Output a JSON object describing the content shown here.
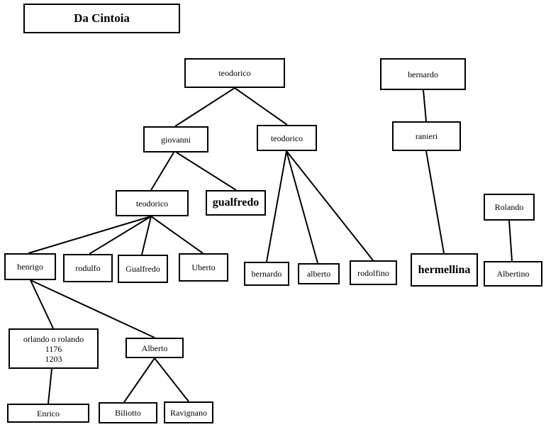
{
  "title": "Da Cintoia",
  "nodes": {
    "teodorico_root": "teodorico",
    "giovanni": "giovanni",
    "teodorico_2": "teodorico",
    "teodorico_3": "teodorico",
    "gualfredo_bold": "gualfredo",
    "henrigo": "henrigo",
    "rodulfo": "rodulfo",
    "gualfredo": "Gualfredo",
    "uberto": "Uberto",
    "bernardo_child": "bernardo",
    "alberto_child": "alberto",
    "rodolfino": "rodolfino",
    "bernardo_root": "bernardo",
    "ranieri": "ranieri",
    "hermellina": "hermellina",
    "rolando": "Rolando",
    "albertino": "Albertino",
    "orlando": {
      "line1": "orlando o rolando",
      "line2": "1176",
      "line3": "1203"
    },
    "alberto_cap": "Alberto",
    "enrico": "Enrico",
    "biliotto": "Biliotto",
    "ravignano": "Ravignano"
  },
  "colors": {
    "line": "#000000",
    "background": "#ffffff"
  }
}
